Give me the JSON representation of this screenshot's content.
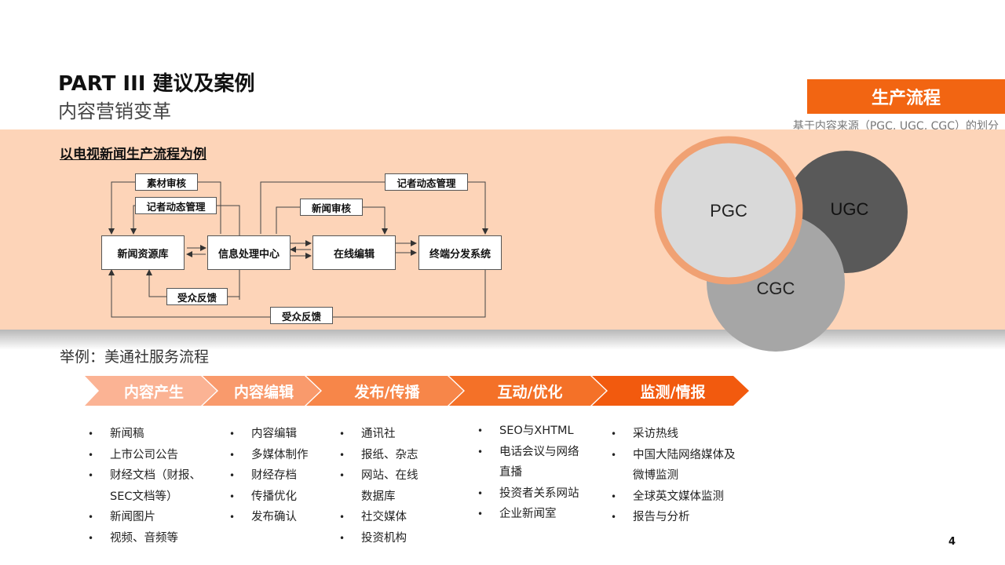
{
  "header": {
    "title": "PART III 建议及案例",
    "subtitle": "内容营销变革"
  },
  "badge": {
    "label": "生产流程",
    "caption": "基于内容来源（PGC, UGC, CGC）的划分",
    "color": "#f26512"
  },
  "flow": {
    "title": "以电视新闻生产流程为例",
    "nodes": {
      "library": "新闻资源库",
      "center": "信息处理中心",
      "editor": "在线编辑",
      "terminal": "终端分发系统",
      "material_review": "素材审核",
      "reporter_mgmt_1": "记者动态管理",
      "reporter_mgmt_2": "记者动态管理",
      "news_review": "新闻审核",
      "feedback_1": "受众反馈",
      "feedback_2": "受众反馈"
    }
  },
  "venn": {
    "pgc": "PGC",
    "ugc": "UGC",
    "cgc": "CGC",
    "colors": {
      "pgc": "#d9d9d9",
      "pgc_ring": "#f0a173",
      "ugc": "#595959",
      "cgc": "#a6a6a6"
    }
  },
  "example": {
    "label": "举例：美通社服务流程",
    "stages": [
      "内容产生",
      "内容编辑",
      "发布/传播",
      "互动/优化",
      "监测/情报"
    ],
    "stage_colors": [
      "#fbb394",
      "#f99a6c",
      "#f78649",
      "#f47128",
      "#f25a0e"
    ],
    "columns": [
      {
        "items": [
          "新闻稿",
          "上市公司公告",
          "财经文档（财报、",
          "SEC文档等）",
          "新闻图片",
          "视频、音频等"
        ],
        "cont": [
          3
        ]
      },
      {
        "items": [
          "内容编辑",
          "多媒体制作",
          "财经存档",
          "传播优化",
          "发布确认"
        ],
        "cont": []
      },
      {
        "items": [
          "通讯社",
          "报纸、杂志",
          "网站、在线",
          "数据库",
          "社交媒体",
          "投资机构"
        ],
        "cont": [
          3
        ]
      },
      {
        "items": [
          "SEO与XHTML",
          "电话会议与网络",
          "直播",
          "投资者关系网站",
          "企业新闻室"
        ],
        "cont": [
          2
        ]
      },
      {
        "items": [
          "采访热线",
          "中国大陆网络媒体及",
          "微博监测",
          "全球英文媒体监测",
          "报告与分析"
        ],
        "cont": [
          2
        ]
      }
    ]
  },
  "page_number": "4"
}
